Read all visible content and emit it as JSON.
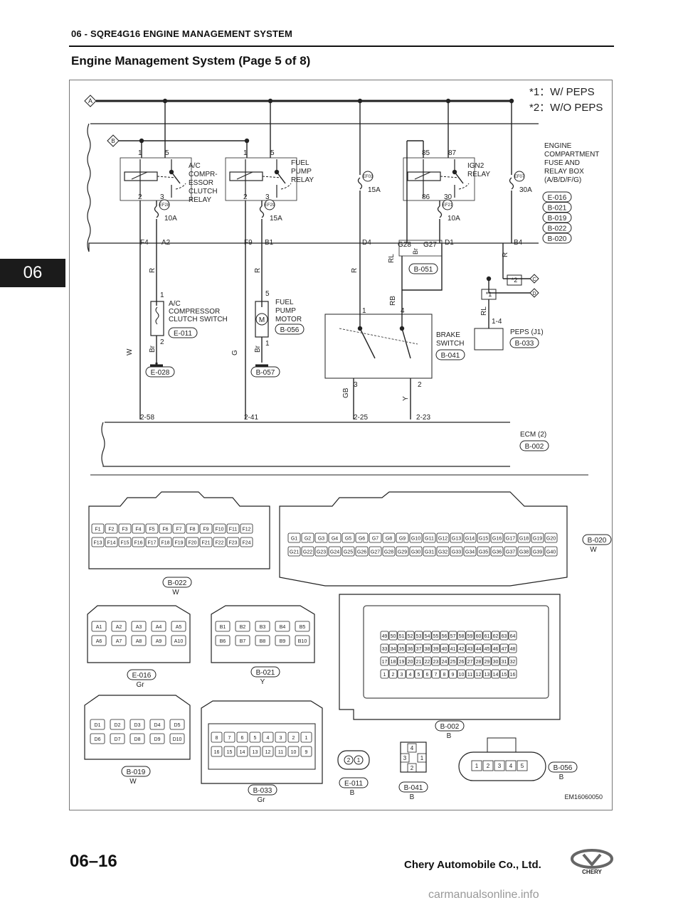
{
  "header": {
    "section": "06 - SQRE4G16 ENGINE MANAGEMENT SYSTEM",
    "title": "Engine Management System (Page 5 of 8)",
    "tab": "06"
  },
  "footer": {
    "page_prefix": "06–",
    "page_num": "16",
    "company": "Chery Automobile Co., Ltd.",
    "logo_text": "CHERY",
    "watermark": "carmanualsonline.info"
  },
  "legend": {
    "n1": "*1：W/ PEPS",
    "n2": "*2：W/O PEPS"
  },
  "lines": {
    "A": "A",
    "B": "B",
    "C": "C",
    "D": "D"
  },
  "relays": {
    "ac": {
      "label": [
        "A/C",
        "COMPR-",
        "ESSOR",
        "CLUTCH",
        "RELAY"
      ],
      "p1": "1",
      "p5": "5",
      "p2": "2",
      "p3": "3"
    },
    "fuel": {
      "label": [
        "FUEL",
        "PUMP",
        "RELAY"
      ],
      "p1": "1",
      "p5": "5",
      "p2": "2",
      "p3": "3"
    },
    "ign2": {
      "label": [
        "IGN2",
        "RELAY"
      ],
      "p85": "85",
      "p87": "87",
      "p86": "86",
      "p30": "30"
    }
  },
  "fuses": [
    {
      "id": "EF28",
      "rating": "10A"
    },
    {
      "id": "EF29",
      "rating": "15A"
    },
    {
      "id": "EF03",
      "rating": "15A"
    },
    {
      "id": "EF21",
      "rating": "10A"
    },
    {
      "id": "EF07",
      "rating": "30A"
    }
  ],
  "fusebox": {
    "label": [
      "ENGINE",
      "COMPARTMENT",
      "FUSE AND",
      "RELAY BOX",
      "(A/B/D/F/G)"
    ],
    "conns": [
      "E-016",
      "B-021",
      "B-019",
      "B-022",
      "B-020"
    ]
  },
  "pins": {
    "F4": "F4",
    "A2": "A2",
    "F9": "F9",
    "B1": "B1",
    "D4": "D4",
    "G28": "G28",
    "G27": "G27",
    "D1": "D1",
    "B4": "B4"
  },
  "wires": {
    "R": "R",
    "W": "W",
    "G": "G",
    "Br": "Br",
    "RL": "RL",
    "RB": "RB",
    "GB": "GB",
    "Y": "Y"
  },
  "components": {
    "acsw": {
      "label": [
        "A/C",
        "COMPRESSOR",
        "CLUTCH SWITCH"
      ],
      "conn": "E-011",
      "p1": "1",
      "p2": "2",
      "gnd": "E-028"
    },
    "fpm": {
      "label": [
        "FUEL",
        "PUMP",
        "MOTOR"
      ],
      "conn": "B-056",
      "p5": "5",
      "p1": "1",
      "gnd": "B-057",
      "sym": "M"
    },
    "brake": {
      "label": [
        "BRAKE",
        "SWITCH"
      ],
      "conn": "B-041",
      "p1": "1",
      "p4": "4",
      "p3": "3",
      "p2": "2"
    },
    "peps": {
      "label": "PEPS (J1)",
      "conn": "B-033",
      "pin": "1-4",
      "s1": "*1",
      "s2": "*2"
    },
    "g051": "B-051",
    "ecm": {
      "label": "ECM (2)",
      "conn": "B-002",
      "pins": [
        "2-58",
        "2-41",
        "2-25",
        "2-23"
      ]
    }
  },
  "connectors": {
    "b022": {
      "name": "B-022",
      "color": "W",
      "row1": [
        "F1",
        "F2",
        "F3",
        "F4",
        "F5",
        "F6",
        "F7",
        "F8",
        "F9",
        "F10",
        "F11",
        "F12"
      ],
      "row2": [
        "F13",
        "F14",
        "F15",
        "F16",
        "F17",
        "F18",
        "F19",
        "F20",
        "F21",
        "F22",
        "F23",
        "F24"
      ]
    },
    "b020": {
      "name": "B-020",
      "color": "W",
      "row1": [
        "G1",
        "G2",
        "G3",
        "G4",
        "G5",
        "G6",
        "G7",
        "G8",
        "G9",
        "G10",
        "G11",
        "G12",
        "G13",
        "G14",
        "G15",
        "G16",
        "G17",
        "G18",
        "G19",
        "G20"
      ],
      "row2": [
        "G21",
        "G22",
        "G23",
        "G24",
        "G25",
        "G26",
        "G27",
        "G28",
        "G29",
        "G30",
        "G31",
        "G32",
        "G33",
        "G34",
        "G35",
        "G36",
        "G37",
        "G38",
        "G39",
        "G40"
      ]
    },
    "e016": {
      "name": "E-016",
      "color": "Gr",
      "row1": [
        "A1",
        "A2",
        "A3",
        "A4",
        "A5"
      ],
      "row2": [
        "A6",
        "A7",
        "A8",
        "A9",
        "A10"
      ]
    },
    "b021": {
      "name": "B-021",
      "color": "Y",
      "row1": [
        "B1",
        "B2",
        "B3",
        "B4",
        "B5"
      ],
      "row2": [
        "B6",
        "B7",
        "B8",
        "B9",
        "B10"
      ]
    },
    "b019": {
      "name": "B-019",
      "color": "W",
      "row1": [
        "D1",
        "D2",
        "D3",
        "D4",
        "D5"
      ],
      "row2": [
        "D6",
        "D7",
        "D8",
        "D9",
        "D10"
      ]
    },
    "b033": {
      "name": "B-033",
      "color": "Gr",
      "row1": [
        "8",
        "7",
        "6",
        "5",
        "4",
        "3",
        "2",
        "1"
      ],
      "row2": [
        "16",
        "15",
        "14",
        "13",
        "12",
        "11",
        "10",
        "9"
      ]
    },
    "b002": {
      "name": "B-002",
      "color": "B",
      "row1": [
        "49",
        "50",
        "51",
        "52",
        "53",
        "54",
        "55",
        "56",
        "57",
        "58",
        "59",
        "60",
        "61",
        "62",
        "63",
        "64"
      ],
      "row2": [
        "33",
        "34",
        "35",
        "36",
        "37",
        "38",
        "39",
        "40",
        "41",
        "42",
        "43",
        "44",
        "45",
        "46",
        "47",
        "48"
      ],
      "row3": [
        "17",
        "18",
        "19",
        "20",
        "21",
        "22",
        "23",
        "24",
        "25",
        "26",
        "27",
        "28",
        "29",
        "30",
        "31",
        "32"
      ],
      "row4": [
        "1",
        "2",
        "3",
        "4",
        "5",
        "6",
        "7",
        "8",
        "9",
        "10",
        "11",
        "12",
        "13",
        "14",
        "15",
        "16"
      ]
    },
    "e011": {
      "name": "E-011",
      "color": "B",
      "pins": [
        "2",
        "1"
      ]
    },
    "b041": {
      "name": "B-041",
      "color": "B",
      "pins": [
        "4",
        "3",
        "1",
        "2"
      ]
    },
    "b056": {
      "name": "B-056",
      "color": "B",
      "pins": [
        "1",
        "2",
        "3",
        "4",
        "5"
      ]
    }
  },
  "code": "EM16060050"
}
